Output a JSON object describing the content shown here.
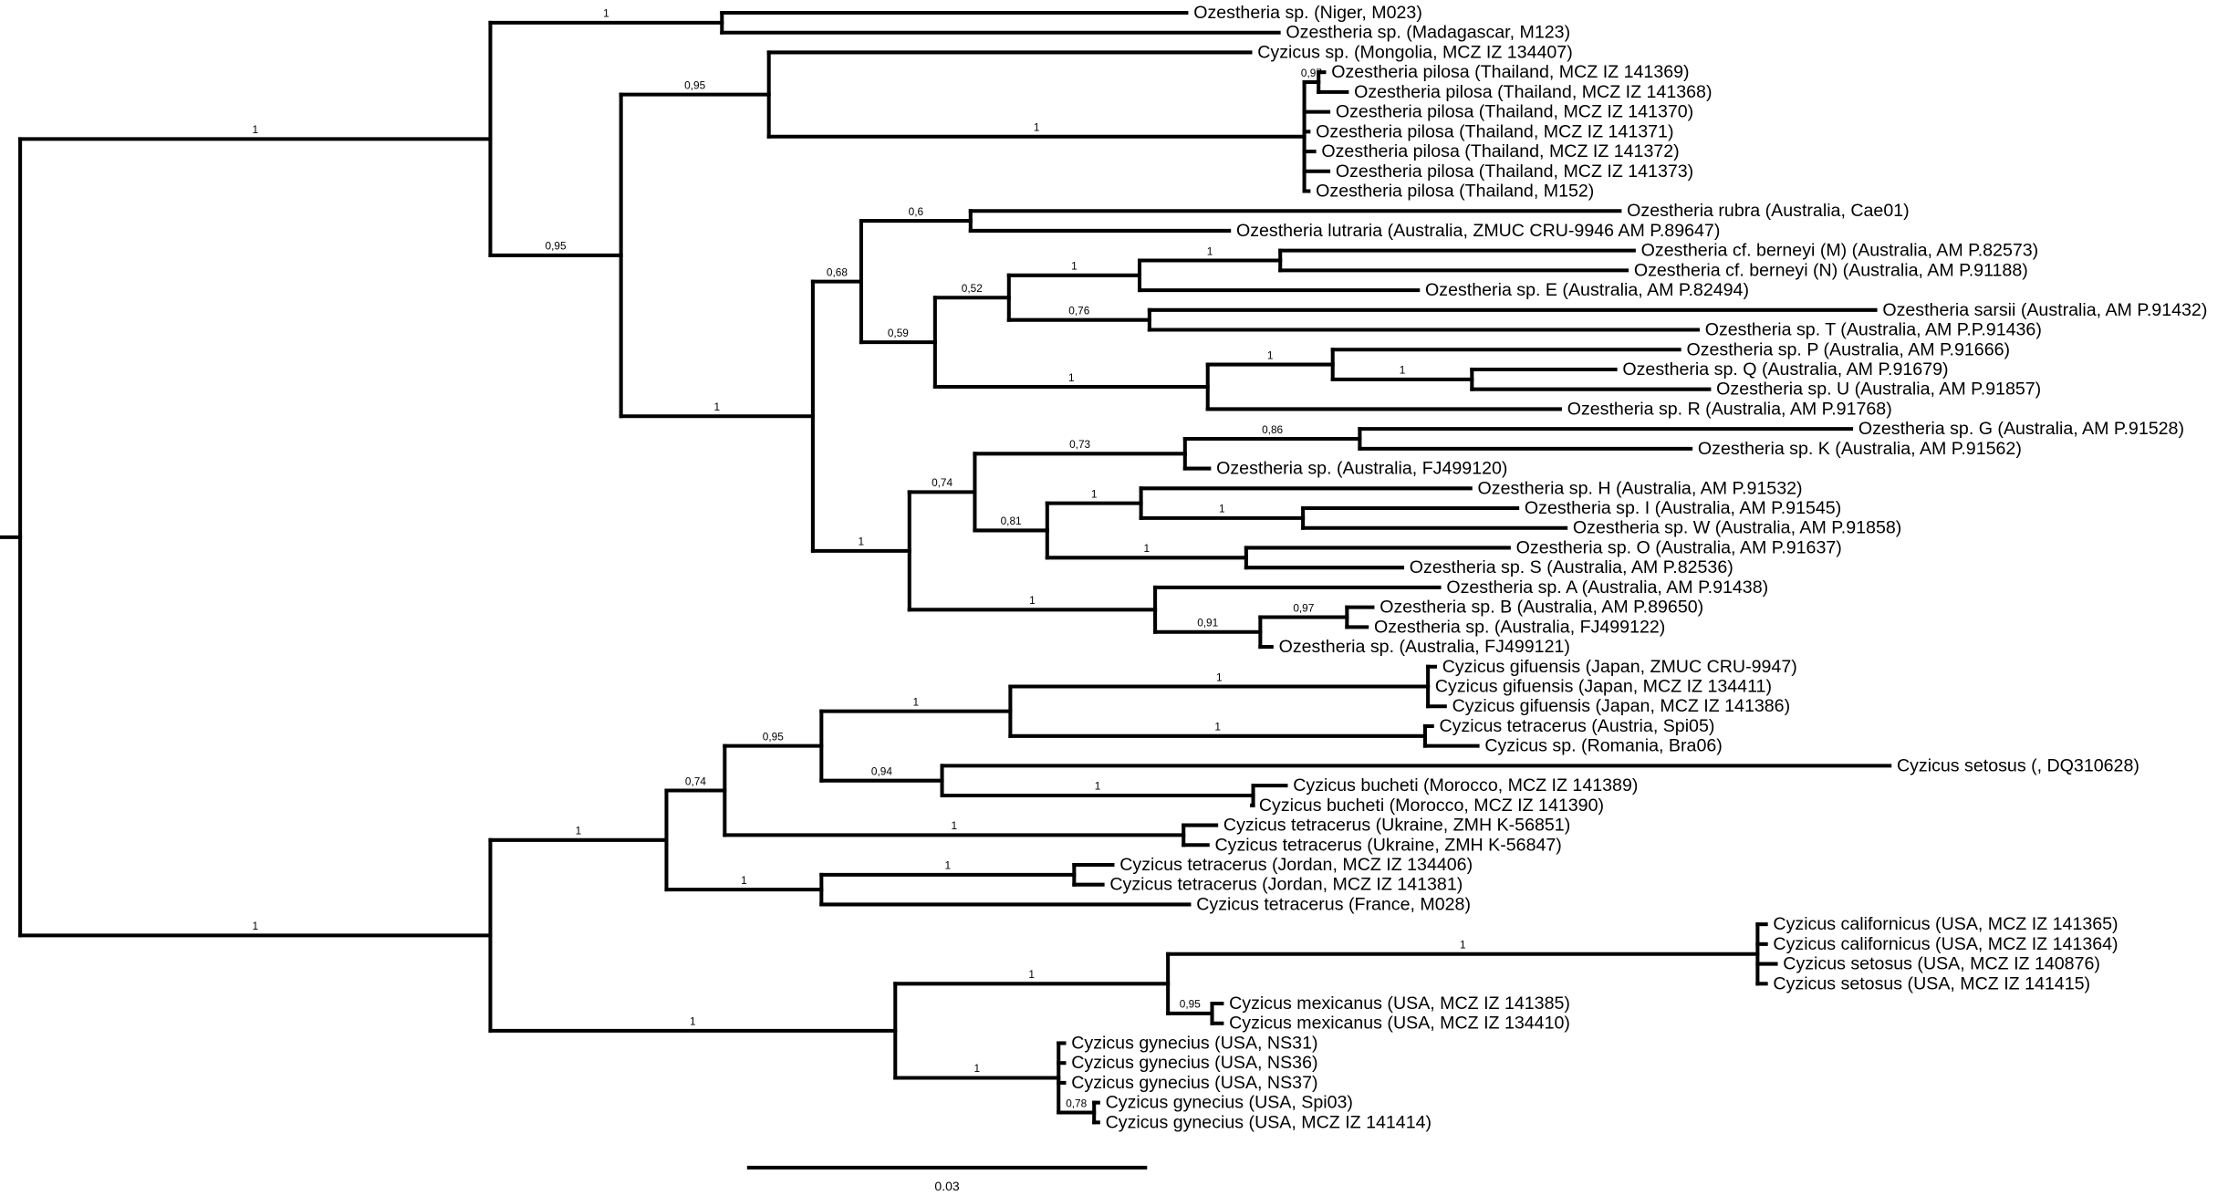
{
  "scale_bar": {
    "value": 0.03,
    "label": "0.03"
  },
  "tree": {
    "d": 0,
    "children": [
      {
        "support": "1",
        "d": 0.03559,
        "children": [
          {
            "support": "1",
            "d": 0.05312,
            "children": [
              {
                "label": "Ozestheria sp. (Niger, M023)",
                "d": 0.08828
              },
              {
                "label": "Ozestheria sp. (Madagascar, M123)",
                "d": 0.09527
              }
            ]
          },
          {
            "support": "0,95",
            "d": 0.04548,
            "children": [
              {
                "support": "0,95",
                "d": 0.05667,
                "children": [
                  {
                    "label": "Cyzicus  sp. (Mongolia, MCZ IZ 134407)",
                    "d": 0.09312
                  },
                  {
                    "support": "1",
                    "d": 0.0972,
                    "children": [
                      {
                        "support": "0,97",
                        "d": 0.09828,
                        "children": [
                          {
                            "label": "Ozestheria pilosa (Thailand, MCZ IZ 141369)",
                            "d": 0.09871
                          },
                          {
                            "label": "Ozestheria pilosa (Thailand, MCZ IZ 141368)",
                            "d": 0.10043
                          }
                        ]
                      },
                      {
                        "label": "Ozestheria pilosa (Thailand, MCZ IZ 141370)",
                        "d": 0.09903
                      },
                      {
                        "label": "Ozestheria pilosa (Thailand, MCZ IZ 141371)",
                        "d": 0.09753
                      },
                      {
                        "label": "Ozestheria pilosa (Thailand, MCZ IZ 141372)",
                        "d": 0.09796
                      },
                      {
                        "label": "Ozestheria pilosa (Thailand, MCZ IZ 141373)",
                        "d": 0.09903
                      },
                      {
                        "label": "Ozestheria pilosa (Thailand, M152)",
                        "d": 0.09753
                      }
                    ]
                  }
                ]
              },
              {
                "support": "1",
                "d": 0.06,
                "children": [
                  {
                    "support": "0,68",
                    "d": 0.06366,
                    "children": [
                      {
                        "support": "0,6",
                        "d": 0.07194,
                        "children": [
                          {
                            "label": "Ozestheria rubra (Australia, Cae01)",
                            "d": 0.12108
                          },
                          {
                            "label": "Ozestheria lutraria (Australia, ZMUC CRU-9946 AM P.89647)",
                            "d": 0.09151
                          }
                        ]
                      },
                      {
                        "support": "0,59",
                        "d": 0.06925,
                        "children": [
                          {
                            "support": "0,52",
                            "d": 0.07484,
                            "children": [
                              {
                                "support": "1",
                                "d": 0.08473,
                                "children": [
                                  {
                                    "support": "1",
                                    "d": 0.09538,
                                    "children": [
                                      {
                                        "label": "Ozestheria cf. berneyi (M) (Australia, AM P.82573)",
                                        "d": 0.12215
                                      },
                                      {
                                        "label": "Ozestheria cf. berneyi (N) (Australia, AM P.91188)",
                                        "d": 0.12161
                                      }
                                    ]
                                  },
                                  {
                                    "label": "Ozestheria sp. E (Australia, AM P.82494)",
                                    "d": 0.10581
                                  }
                                ]
                              },
                              {
                                "support": "0,76",
                                "d": 0.08548,
                                "children": [
                                  {
                                    "label": "Ozestheria sarsii (Australia, AM P.91432)",
                                    "d": 0.14043
                                  },
                                  {
                                    "label": "Ozestheria sp. T (Australia, AM P.P.91436)",
                                    "d": 0.12699
                                  }
                                ]
                              }
                            ]
                          },
                          {
                            "support": "1",
                            "d": 0.08989,
                            "children": [
                              {
                                "support": "1",
                                "d": 0.09935,
                                "children": [
                                  {
                                    "label": "Ozestheria sp. P (Australia, AM P.91666)",
                                    "d": 0.12559
                                  },
                                  {
                                    "support": "1",
                                    "d": 0.10989,
                                    "children": [
                                      {
                                        "label": "Ozestheria sp. Q (Australia, AM P.91679)",
                                        "d": 0.12075
                                      },
                                      {
                                        "label": "Ozestheria sp. U (Australia, AM P.91857)",
                                        "d": 0.12785
                                      }
                                    ]
                                  }
                                ]
                              },
                              {
                                "label": "Ozestheria sp. R (Australia, AM P.91768)",
                                "d": 0.11656
                              }
                            ]
                          }
                        ]
                      }
                    ]
                  },
                  {
                    "support": "1",
                    "d": 0.06731,
                    "children": [
                      {
                        "support": "0,74",
                        "d": 0.07226,
                        "children": [
                          {
                            "support": "0,73",
                            "d": 0.08817,
                            "children": [
                              {
                                "support": "0,86",
                                "d": 0.1014,
                                "children": [
                                  {
                                    "label": "Ozestheria sp. G (Australia, AM P.91528)",
                                    "d": 0.1386
                                  },
                                  {
                                    "label": "Ozestheria sp. K (Australia, AM P.91562)",
                                    "d": 0.12645
                                  }
                                ]
                              },
                              {
                                "label": "Ozestheria sp. (Australia, FJ499120)",
                                "d": 0.09
                              }
                            ]
                          },
                          {
                            "support": "0,81",
                            "d": 0.07774,
                            "children": [
                              {
                                "support": "1",
                                "d": 0.08484,
                                "children": [
                                  {
                                    "label": "Ozestheria sp. H (Australia, AM P.91532)",
                                    "d": 0.10978
                                  },
                                  {
                                    "support": "1",
                                    "d": 0.0971,
                                    "children": [
                                      {
                                        "label": "Ozestheria sp. I (Australia, AM P.91545)",
                                        "d": 0.11333
                                      },
                                      {
                                        "label": "Ozestheria sp. W (Australia, AM P.91858)",
                                        "d": 0.11699
                                      }
                                    ]
                                  }
                                ]
                              },
                              {
                                "support": "1",
                                "d": 0.0928,
                                "children": [
                                  {
                                    "label": "Ozestheria sp. O (Australia, AM P.91637)",
                                    "d": 0.11269
                                  },
                                  {
                                    "label": "Ozestheria sp. S (Australia, AM P.82536)",
                                    "d": 0.10462
                                  }
                                ]
                              }
                            ]
                          }
                        ]
                      },
                      {
                        "support": "1",
                        "d": 0.08591,
                        "children": [
                          {
                            "label": "Ozestheria sp. A (Australia, AM P.91438)",
                            "d": 0.10742
                          },
                          {
                            "support": "0,91",
                            "d": 0.09387,
                            "children": [
                              {
                                "support": "0,97",
                                "d": 0.10043,
                                "children": [
                                  {
                                    "label": "Ozestheria sp. B (Australia, AM P.89650)",
                                    "d": 0.10237
                                  },
                                  {
                                    "label": "Ozestheria sp. (Australia, FJ499122)",
                                    "d": 0.10194
                                  }
                                ]
                              },
                              {
                                "label": "Ozestheria sp. (Australia, FJ499121)",
                                "d": 0.09473
                              }
                            ]
                          }
                        ]
                      }
                    ]
                  }
                ]
              }
            ]
          }
        ]
      },
      {
        "support": "1",
        "d": 0.03559,
        "children": [
          {
            "support": "1",
            "d": 0.04892,
            "children": [
              {
                "support": "0,74",
                "d": 0.05333,
                "children": [
                  {
                    "support": "0,95",
                    "d": 0.06065,
                    "children": [
                      {
                        "support": "1",
                        "d": 0.07495,
                        "children": [
                          {
                            "support": "1",
                            "d": 0.10656,
                            "children": [
                              {
                                "label": "Cyzicus gifuensis (Japan, ZMUC CRU-9947)",
                                "d": 0.1071
                              },
                              {
                                "label": "Cyzicus gifuensis (Japan, MCZ IZ 134411)",
                                "d": 0.10656
                              },
                              {
                                "label": "Cyzicus gifuensis (Japan, MCZ IZ 141386)",
                                "d": 0.10785
                              }
                            ]
                          },
                          {
                            "support": "1",
                            "d": 0.10634,
                            "children": [
                              {
                                "label": "Cyzicus tetracerus (Austria, Spi05)",
                                "d": 0.10688
                              },
                              {
                                "label": "Cyzicus sp. (Romania, Bra06)",
                                "d": 0.11032
                              }
                            ]
                          }
                        ]
                      },
                      {
                        "support": "0,94",
                        "d": 0.06978,
                        "children": [
                          {
                            "label": "Cyzicus setosus (, DQ310628)",
                            "d": 0.14151
                          },
                          {
                            "support": "1",
                            "d": 0.09333,
                            "children": [
                              {
                                "label": "Cyzicus bucheti (Morocco, MCZ IZ 141389)",
                                "d": 0.09581
                              },
                              {
                                "label": "Cyzicus bucheti (Morocco, MCZ IZ 141390)",
                                "d": 0.09323
                              }
                            ]
                          }
                        ]
                      }
                    ]
                  },
                  {
                    "support": "1",
                    "d": 0.08806,
                    "children": [
                      {
                        "label": "Cyzicus tetracerus (Ukraine, ZMH K-56851)",
                        "d": 0.09054
                      },
                      {
                        "label": "Cyzicus tetracerus (Ukraine, ZMH K-56847)",
                        "d": 0.08989
                      }
                    ]
                  }
                ]
              },
              {
                "support": "1",
                "d": 0.06065,
                "children": [
                  {
                    "support": "1",
                    "d": 0.07978,
                    "children": [
                      {
                        "label": "Cyzicus tetracerus (Jordan, MCZ IZ 134406)",
                        "d": 0.08269
                      },
                      {
                        "label": "Cyzicus tetracerus (Jordan, MCZ IZ 141381)",
                        "d": 0.08194
                      }
                    ]
                  },
                  {
                    "label": "Cyzicus tetracerus (France, M028)",
                    "d": 0.08849
                  }
                ]
              }
            ]
          },
          {
            "support": "1",
            "d": 0.06624,
            "children": [
              {
                "support": "1",
                "d": 0.08688,
                "children": [
                  {
                    "support": "1",
                    "d": 0.13151,
                    "children": [
                      {
                        "label": "Cyzicus californicus (USA, MCZ IZ 141365)",
                        "d": 0.13215
                      },
                      {
                        "label": "Cyzicus californicus (USA, MCZ IZ 141364)",
                        "d": 0.13215
                      },
                      {
                        "label": "Cyzicus setosus (USA, MCZ IZ 140876)",
                        "d": 0.1329
                      },
                      {
                        "label": "Cyzicus setosus (USA, MCZ IZ 141415)",
                        "d": 0.13215
                      }
                    ]
                  },
                  {
                    "support": "0,95",
                    "d": 0.09022,
                    "children": [
                      {
                        "label": "Cyzicus mexicanus (USA, MCZ IZ 141385)",
                        "d": 0.09097
                      },
                      {
                        "label": "Cyzicus mexicanus (USA, MCZ IZ 134410)",
                        "d": 0.09097
                      }
                    ]
                  }
                ]
              },
              {
                "support": "1",
                "d": 0.0786,
                "children": [
                  {
                    "label": "Cyzicus gynecius (USA, NS31)",
                    "d": 0.07903
                  },
                  {
                    "label": "Cyzicus gynecius (USA, NS36)",
                    "d": 0.07903
                  },
                  {
                    "label": "Cyzicus gynecius (USA, NS37)",
                    "d": 0.07903
                  },
                  {
                    "support": "0,78",
                    "d": 0.08129,
                    "children": [
                      {
                        "label": "Cyzicus gynecius (USA, Spi03)",
                        "d": 0.08161
                      },
                      {
                        "label": "Cyzicus gynecius (USA, MCZ IZ 141414)",
                        "d": 0.08161
                      }
                    ]
                  }
                ]
              }
            ]
          }
        ]
      }
    ]
  }
}
